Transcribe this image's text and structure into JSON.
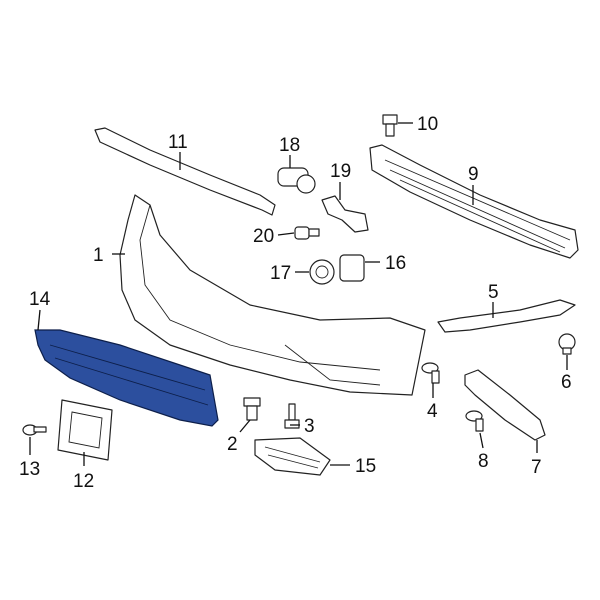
{
  "diagram": {
    "highlight_color": "#2c4f9e",
    "highlighted_part": "14",
    "callouts": [
      {
        "id": "1",
        "label": "1"
      },
      {
        "id": "2",
        "label": "2"
      },
      {
        "id": "3",
        "label": "3"
      },
      {
        "id": "4",
        "label": "4"
      },
      {
        "id": "5",
        "label": "5"
      },
      {
        "id": "6",
        "label": "6"
      },
      {
        "id": "7",
        "label": "7"
      },
      {
        "id": "8",
        "label": "8"
      },
      {
        "id": "9",
        "label": "9"
      },
      {
        "id": "10",
        "label": "10"
      },
      {
        "id": "11",
        "label": "11"
      },
      {
        "id": "12",
        "label": "12"
      },
      {
        "id": "13",
        "label": "13"
      },
      {
        "id": "14",
        "label": "14"
      },
      {
        "id": "15",
        "label": "15"
      },
      {
        "id": "16",
        "label": "16"
      },
      {
        "id": "17",
        "label": "17"
      },
      {
        "id": "18",
        "label": "18"
      },
      {
        "id": "19",
        "label": "19"
      },
      {
        "id": "20",
        "label": "20"
      }
    ]
  }
}
